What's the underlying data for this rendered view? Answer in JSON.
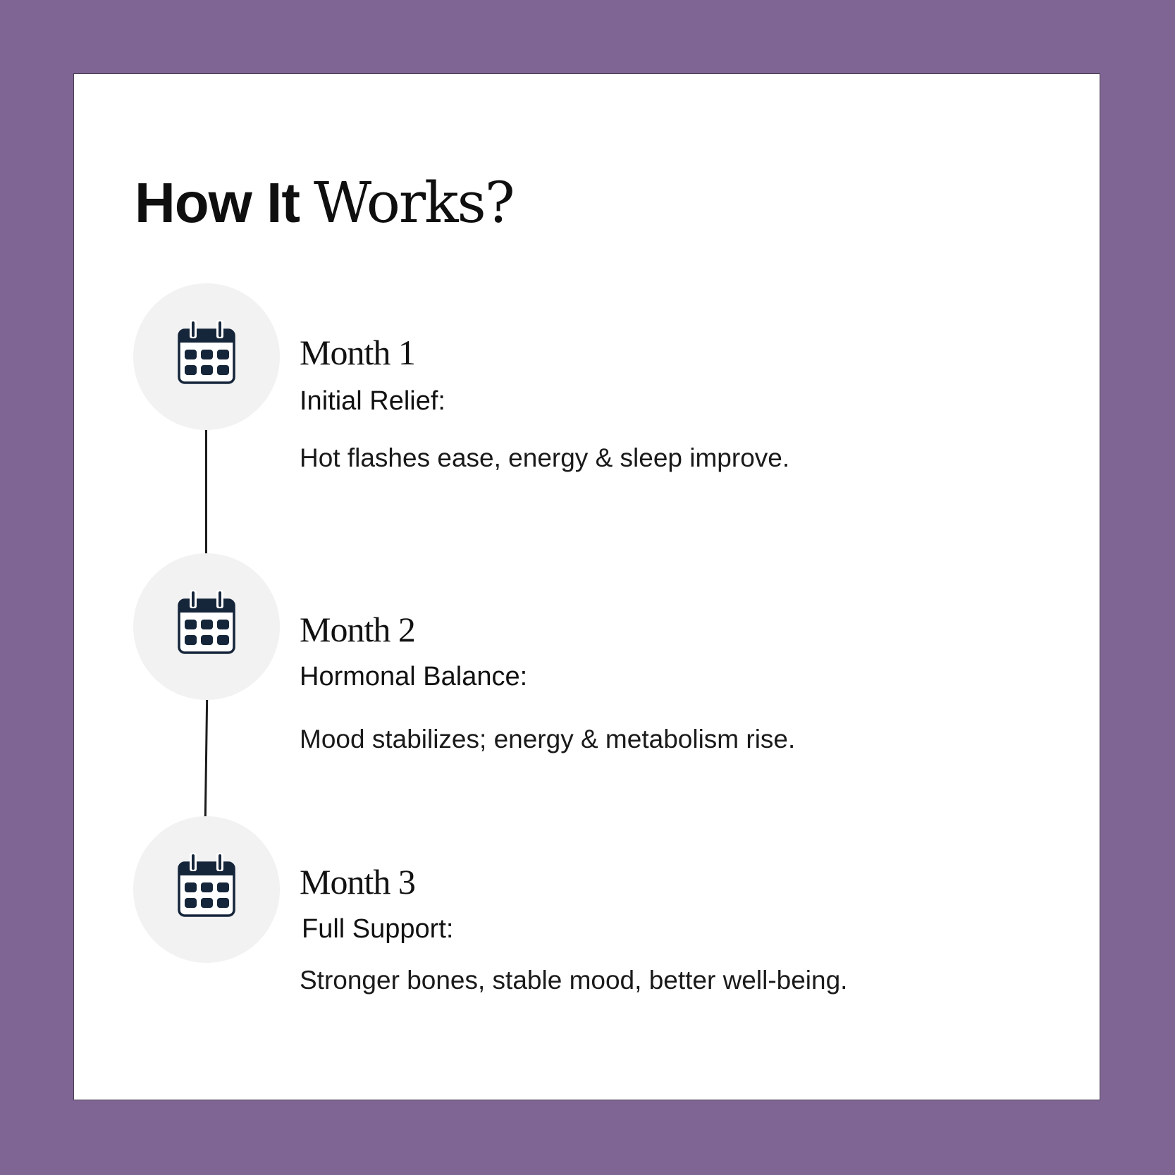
{
  "colors": {
    "frame": "#7f6593",
    "card": "#ffffff",
    "circle": "#f2f2f2",
    "icon": "#15253a",
    "text": "#111111"
  },
  "header": {
    "title_part1": "How It",
    "title_part2": "Works?"
  },
  "timeline": {
    "steps": [
      {
        "month": "Month 1",
        "heading": "Initial Relief:",
        "description": "Hot flashes ease, energy & sleep improve.",
        "icon": "calendar-icon"
      },
      {
        "month": "Month 2",
        "heading": "Hormonal Balance:",
        "description": "Mood stabilizes; energy & metabolism rise.",
        "icon": "calendar-icon"
      },
      {
        "month": "Month 3",
        "heading": "Full Support:",
        "description": "Stronger bones, stable mood, better well-being.",
        "icon": "calendar-icon"
      }
    ]
  }
}
